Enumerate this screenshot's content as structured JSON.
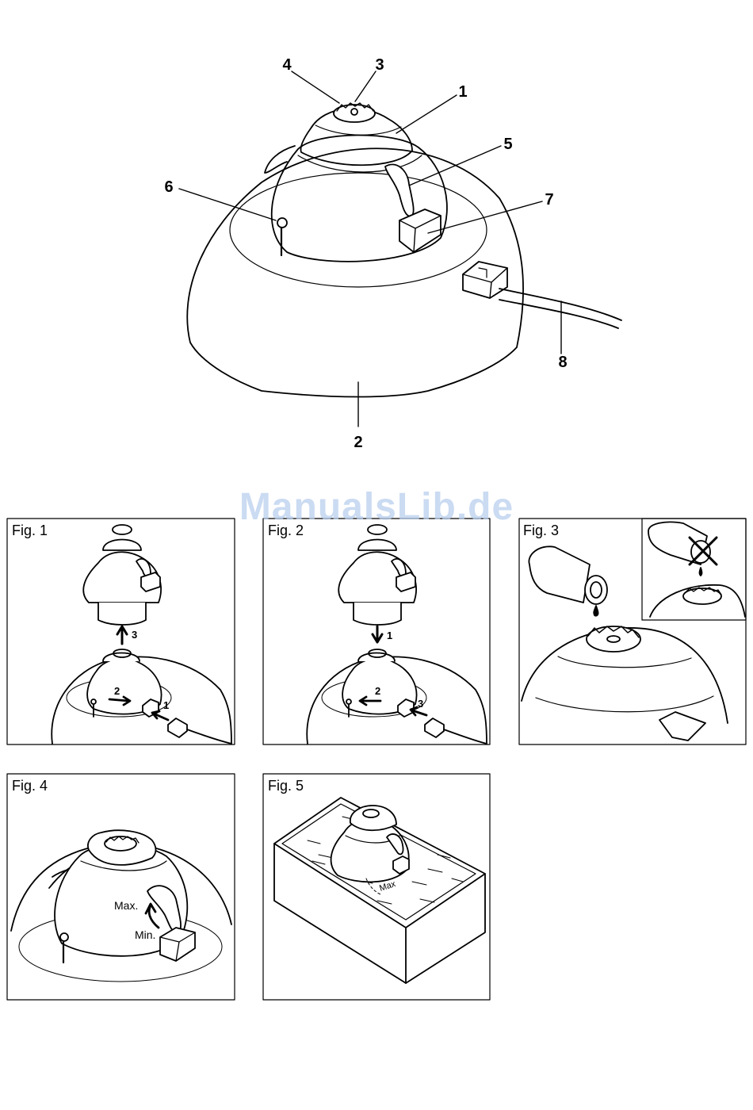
{
  "main_diagram": {
    "callouts": [
      "1",
      "2",
      "3",
      "4",
      "5",
      "6",
      "7",
      "8"
    ]
  },
  "figures": [
    {
      "label": "Fig. 1",
      "steps": [
        "1",
        "2",
        "3"
      ]
    },
    {
      "label": "Fig. 2",
      "steps": [
        "1",
        "2",
        "3"
      ]
    },
    {
      "label": "Fig. 3"
    },
    {
      "label": "Fig. 4",
      "max_label": "Max.",
      "min_label": "Min."
    },
    {
      "label": "Fig. 5",
      "max_label": "Max"
    }
  ],
  "watermark": "ManualsLib.de"
}
